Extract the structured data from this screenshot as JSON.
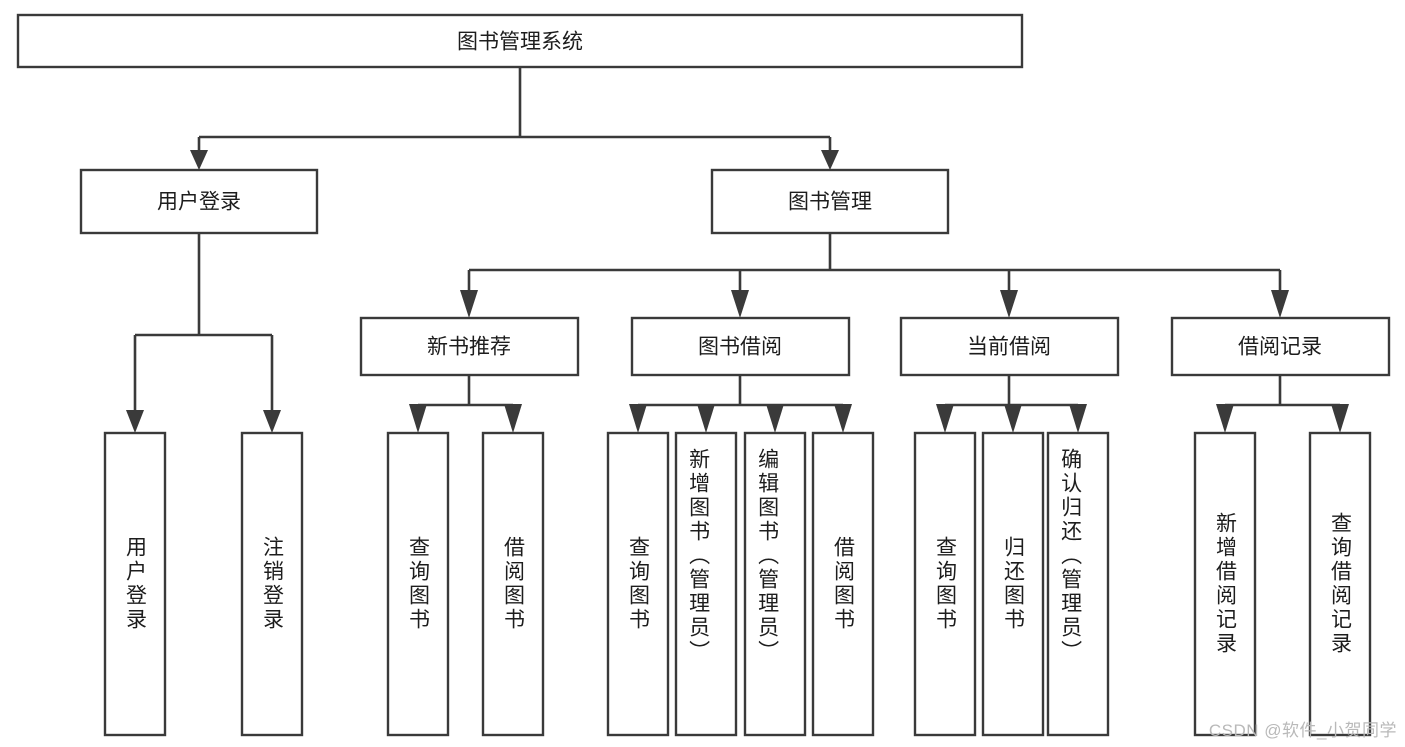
{
  "diagram": {
    "type": "tree",
    "title": "图书管理系统",
    "background_color": "#ffffff",
    "line_color": "#3a3a3a",
    "text_color": "#1d1d1d",
    "root": {
      "id": "root",
      "label": "图书管理系统"
    },
    "level2": [
      {
        "id": "user-login",
        "label": "用户登录"
      },
      {
        "id": "book-manage",
        "label": "图书管理"
      }
    ],
    "level3": [
      {
        "id": "new-book-recommend",
        "label": "新书推荐"
      },
      {
        "id": "book-borrow",
        "label": "图书借阅"
      },
      {
        "id": "current-borrow",
        "label": "当前借阅"
      },
      {
        "id": "borrow-record",
        "label": "借阅记录"
      }
    ],
    "leaves": {
      "user_login": [
        {
          "id": "leaf-user-login",
          "label": "用户登录"
        },
        {
          "id": "leaf-logout-login",
          "label": "注销登录"
        }
      ],
      "new_book_recommend": [
        {
          "id": "leaf-query-book-1",
          "label": "查询图书"
        },
        {
          "id": "leaf-borrow-book-1",
          "label": "借阅图书"
        }
      ],
      "book_borrow": [
        {
          "id": "leaf-query-book-2",
          "label": "查询图书"
        },
        {
          "id": "leaf-add-book",
          "label": "新增图书（管理员）"
        },
        {
          "id": "leaf-edit-book",
          "label": "编辑图书（管理员）"
        },
        {
          "id": "leaf-borrow-book-2",
          "label": "借阅图书"
        }
      ],
      "current_borrow": [
        {
          "id": "leaf-query-book-3",
          "label": "查询图书"
        },
        {
          "id": "leaf-return-book",
          "label": "归还图书"
        },
        {
          "id": "leaf-confirm-return",
          "label": "确认归还（管理员）"
        }
      ],
      "borrow_record": [
        {
          "id": "leaf-add-record",
          "label": "新增借阅记录"
        },
        {
          "id": "leaf-query-record",
          "label": "查询借阅记录"
        }
      ]
    }
  },
  "watermark": {
    "text": "CSDN @软件_小贺同学"
  }
}
